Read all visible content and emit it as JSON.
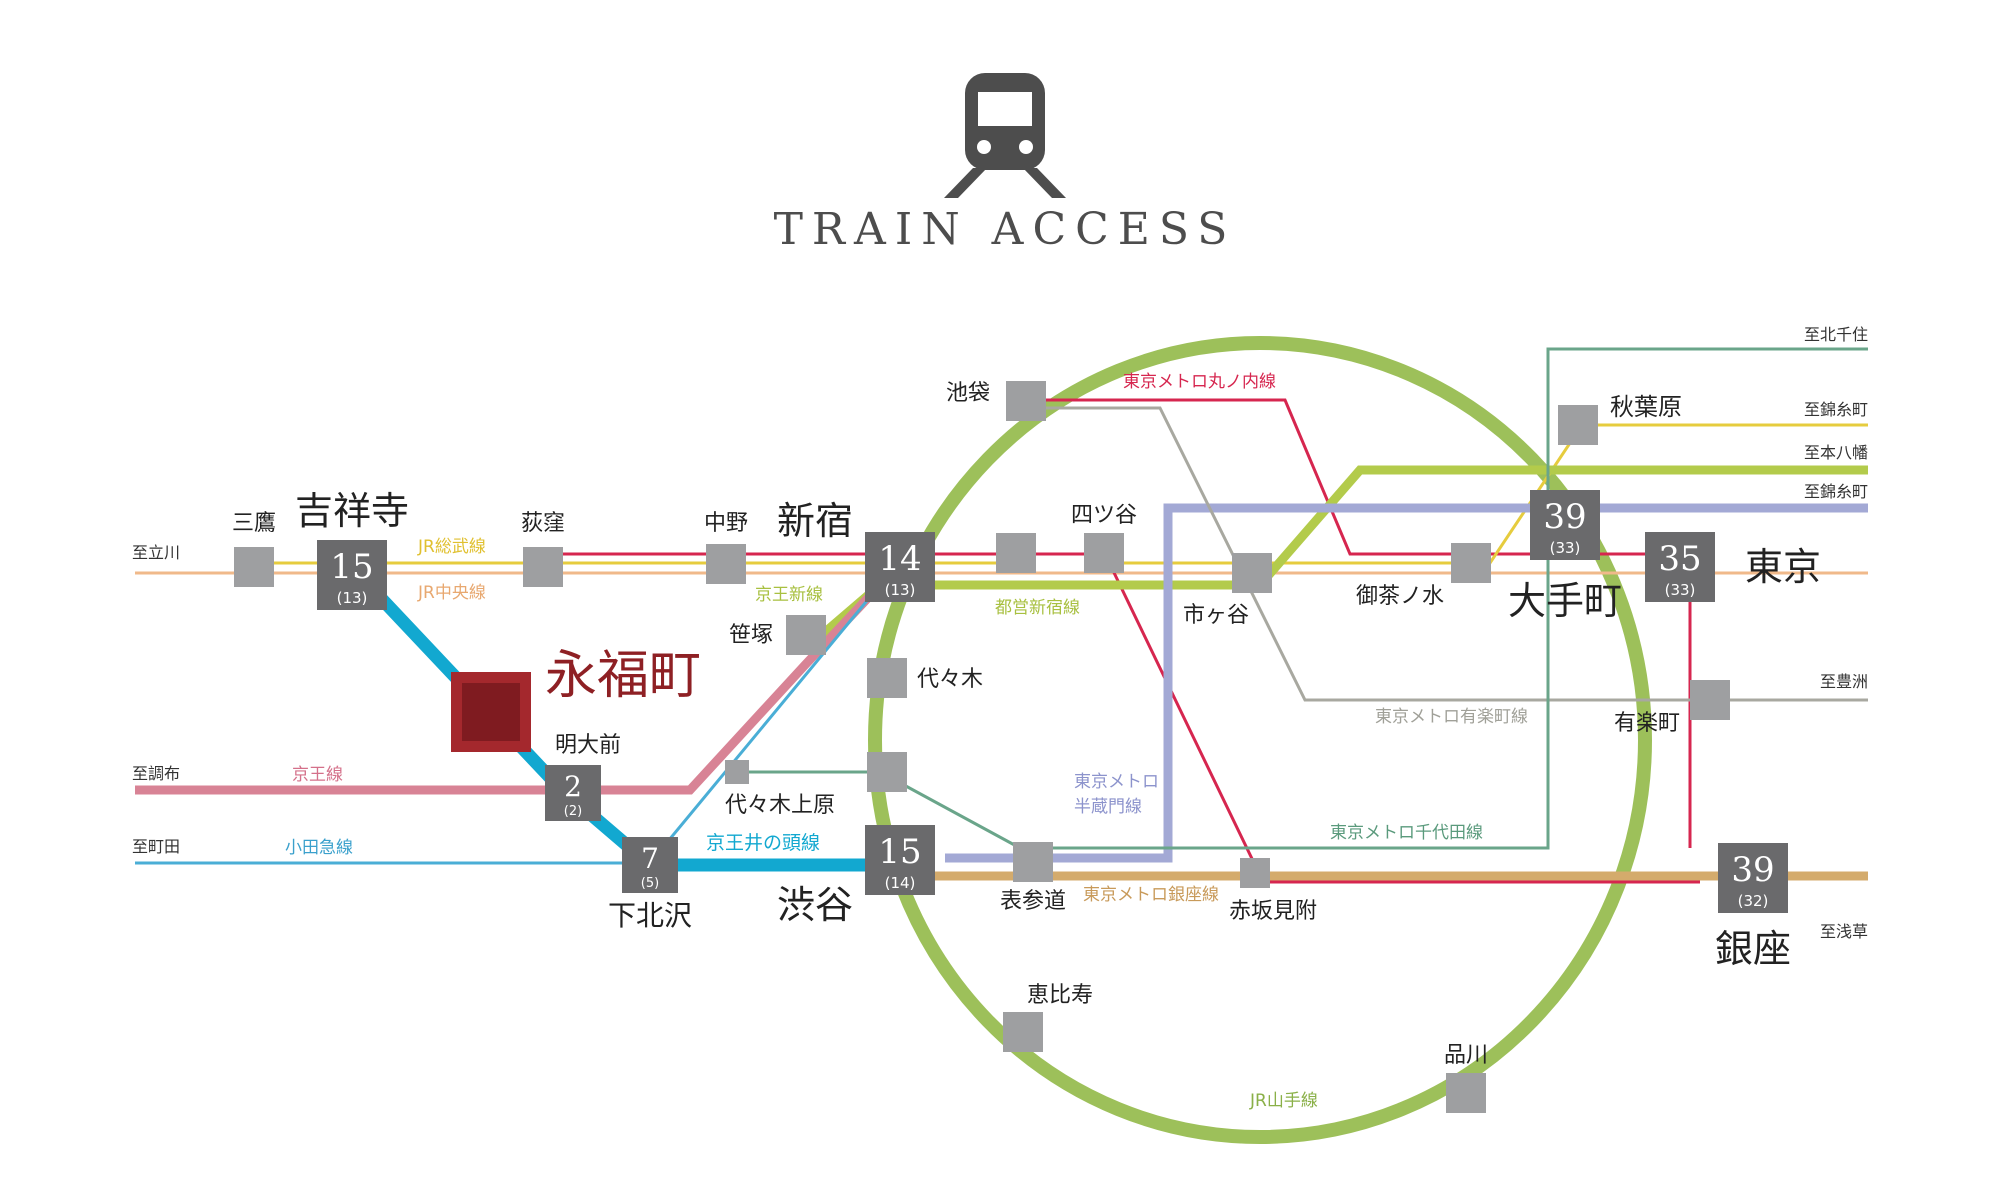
{
  "header": {
    "title": "TRAIN ACCESS",
    "icon": "train-icon"
  },
  "colors": {
    "yamanote": "#9dc05a",
    "keio_inokashira": "#12a8d0",
    "keio": "#d88395",
    "odakyu": "#4aaed6",
    "marunouchi": "#d6264f",
    "chuo_sobu": "#e6cc3e",
    "chuo": "#f0b98a",
    "toei_shinjuku": "#b3cb4b",
    "hanzomon": "#a3a9d5",
    "yurakucho": "#a8a8a0",
    "chiyoda": "#6aa58a",
    "ginza": "#d4ab6c",
    "station_box": "#9e9fa1",
    "time_box": "#6a6a6c",
    "home_station": "#8e2024"
  },
  "lines": {
    "jr_sobu": "JR総武線",
    "jr_chuo": "JR中央線",
    "keio_new": "京王新線",
    "toei_shinjuku": "都営新宿線",
    "keio": "京王線",
    "odakyu": "小田急線",
    "keio_inokashira": "京王井の頭線",
    "marunouchi": "東京メトロ丸ノ内線",
    "yurakucho": "東京メトロ有楽町線",
    "hanzomon_1": "東京メトロ",
    "hanzomon_2": "半蔵門線",
    "chiyoda": "東京メトロ千代田線",
    "ginza": "東京メトロ銀座線",
    "yamanote": "JR山手線"
  },
  "directions": {
    "tachikawa": "至立川",
    "chofu": "至調布",
    "machida": "至町田",
    "kitasenju": "至北千住",
    "kinshicho_1": "至錦糸町",
    "motoyawata": "至本八幡",
    "kinshicho_2": "至錦糸町",
    "toyosu": "至豊洲",
    "asakusa": "至浅草"
  },
  "home": {
    "name": "永福町"
  },
  "stations": {
    "mitaka": "三鷹",
    "kichijoji": "吉祥寺",
    "ogikubo": "荻窪",
    "nakano": "中野",
    "shinjuku": "新宿",
    "ikebukuro": "池袋",
    "yotsuya": "四ツ谷",
    "ichigaya": "市ヶ谷",
    "ochanomizu": "御茶ノ水",
    "akihabara": "秋葉原",
    "otemachi": "大手町",
    "tokyo": "東京",
    "yurakucho": "有楽町",
    "ginza": "銀座",
    "sasazuka": "笹塚",
    "yoyogi": "代々木",
    "meidaimae": "明大前",
    "yoyogiuehara": "代々木上原",
    "shimokitazawa": "下北沢",
    "shibuya": "渋谷",
    "omotesando": "表参道",
    "akasakamitsuke": "赤坂見附",
    "ebisu": "恵比寿",
    "shinagawa": "品川"
  },
  "times": {
    "kichijoji": {
      "min": "15",
      "sub": "(13)"
    },
    "shinjuku": {
      "min": "14",
      "sub": "(13)"
    },
    "meidaimae": {
      "min": "2",
      "sub": "(2)"
    },
    "shimokitazawa": {
      "min": "7",
      "sub": "(5)"
    },
    "shibuya": {
      "min": "15",
      "sub": "(14)"
    },
    "otemachi": {
      "min": "39",
      "sub": "(33)"
    },
    "tokyo": {
      "min": "35",
      "sub": "(33)"
    },
    "ginza": {
      "min": "39",
      "sub": "(32)"
    }
  }
}
